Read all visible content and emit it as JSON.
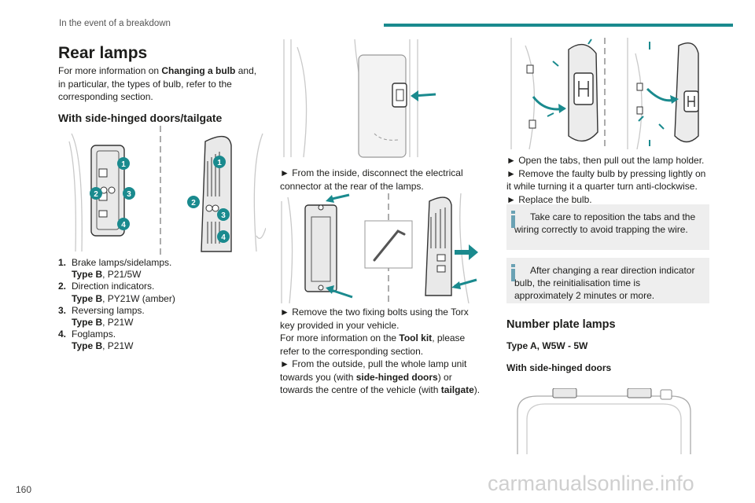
{
  "header": {
    "section": "In the event of a breakdown",
    "accent_color": "#1a8a8e"
  },
  "page_number": "160",
  "watermark": "carmanualsonline.info",
  "left": {
    "title": "Rear lamps",
    "intro": {
      "pre": "For more information on ",
      "bold": "Changing a bulb",
      "post": " and, in particular, the types of bulb, refer to the corresponding section."
    },
    "subtitle": "With side-hinged doors/tailgate",
    "callouts": [
      "1",
      "2",
      "3",
      "4"
    ],
    "list": [
      {
        "num": "1.",
        "label": "Brake lamps/sidelamps.",
        "type_bold": "Type B",
        "type_rest": ", P21/5W"
      },
      {
        "num": "2.",
        "label": "Direction indicators.",
        "type_bold": "Type B",
        "type_rest": ", PY21W (amber)"
      },
      {
        "num": "3.",
        "label": "Reversing lamps.",
        "type_bold": "Type B",
        "type_rest": ", P21W"
      },
      {
        "num": "4.",
        "label": "Foglamps.",
        "type_bold": "Type B",
        "type_rest": ", P21W"
      }
    ]
  },
  "middle": {
    "step1": "► From the inside, disconnect the electrical connector at the rear of the lamps.",
    "step2": "► Remove the two fixing bolts using the Torx key provided in your vehicle.",
    "toolkit": {
      "pre": "For more information on the ",
      "bold": "Tool kit",
      "post": ", please refer to the corresponding section."
    },
    "step3": {
      "pre": "► From the outside, pull the whole lamp unit towards you (with ",
      "bold1": "side-hinged doors",
      "mid": ") or towards the centre of the vehicle (with ",
      "bold2": "tailgate",
      "post": ")."
    }
  },
  "right": {
    "steps": [
      "► Open the tabs, then pull out the lamp holder.",
      "► Remove the faulty bulb by pressing lightly on it while turning it a quarter turn anti-clockwise.",
      "► Replace the bulb."
    ],
    "note1": "Take care to reposition the tabs and the wiring correctly to avoid trapping the wire.",
    "note2": "After changing a rear direction indicator bulb, the reinitialisation time is approximately 2 minutes or more.",
    "number_plate_title": "Number plate lamps",
    "type_line": "Type A, W5W - 5W",
    "doors_line": "With side-hinged doors"
  }
}
